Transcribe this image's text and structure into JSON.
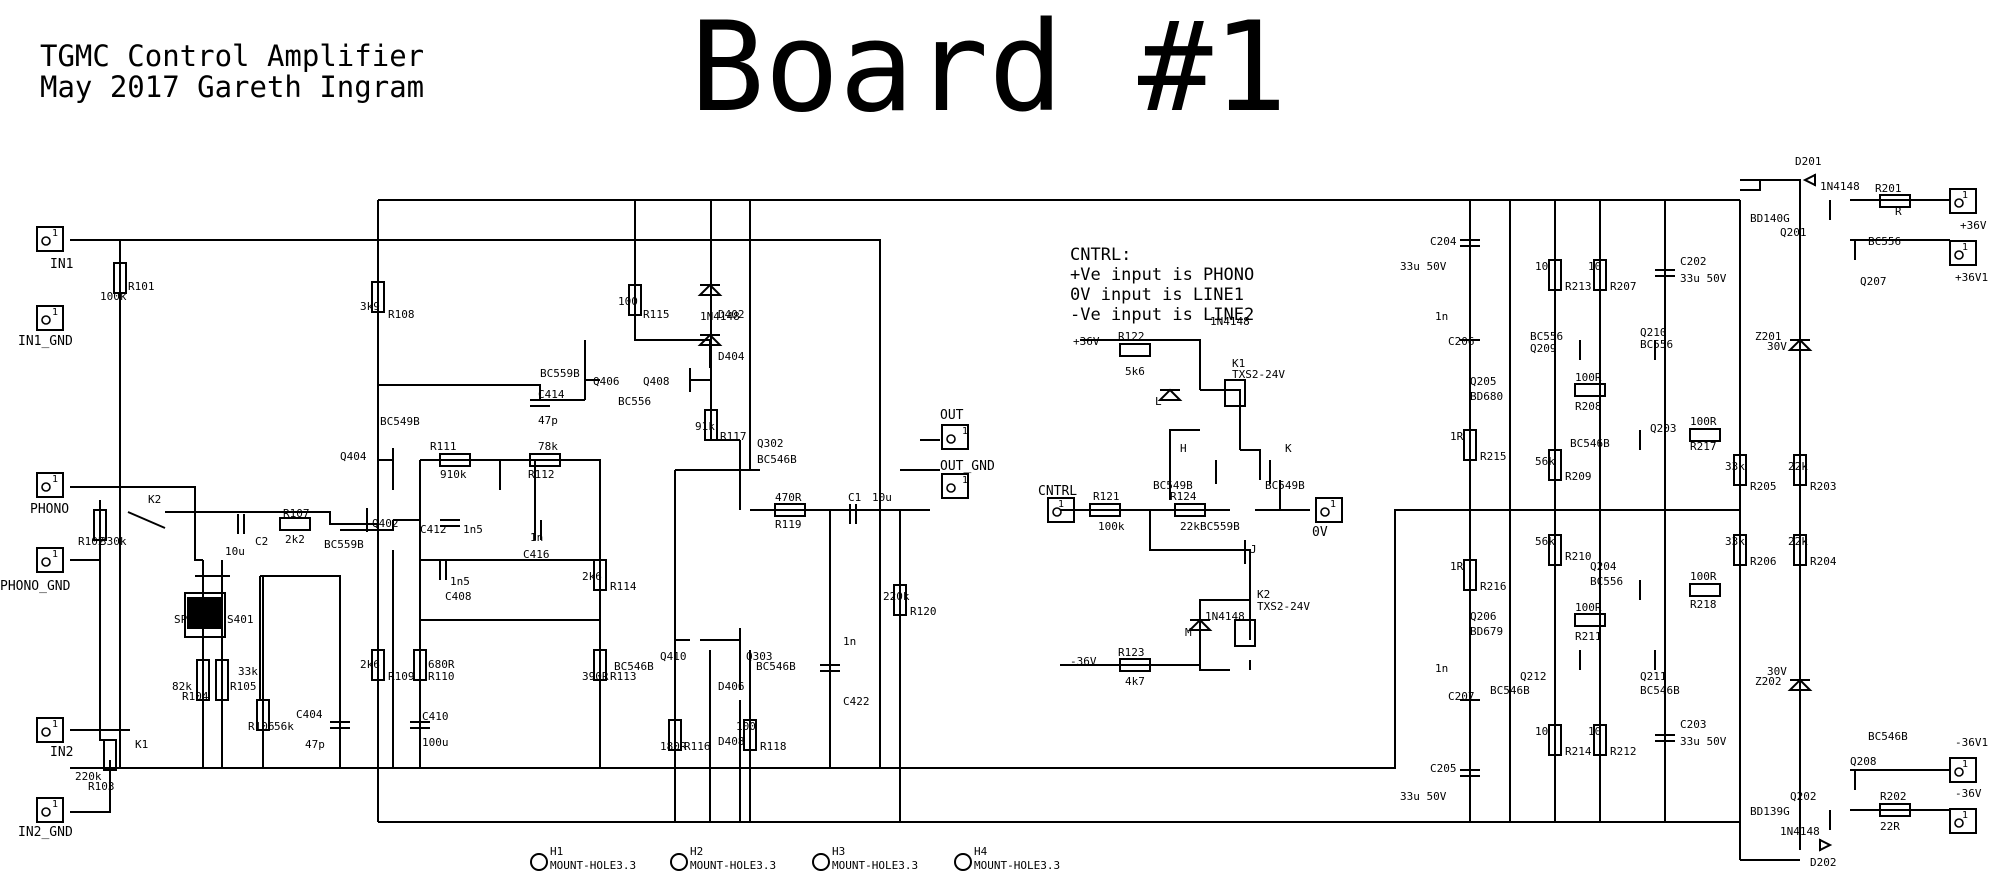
{
  "header": {
    "line1": "TGMC Control Amplifier",
    "line2": "May 2017 Gareth Ingram",
    "board_title": "Board #1"
  },
  "cntrl_note": {
    "title": "CNTRL:",
    "line1": "+Ve input is PHONO",
    "line2": "0V  input is LINE1",
    "line3": "-Ve input is LINE2"
  },
  "connectors": {
    "in1": "IN1",
    "in1_gnd": "IN1_GND",
    "phono": "PHONO",
    "phono_gnd": "PHONO_GND",
    "in2": "IN2",
    "in2_gnd": "IN2_GND",
    "out": "OUT",
    "out_gnd": "OUT_GND",
    "cntrl": "CNTRL",
    "zero_v": "0V",
    "p36v": "+36V",
    "p36v1": "+36V1",
    "m36v1": "-36V1",
    "m36v": "-36V",
    "pin": "1"
  },
  "labels": {
    "r101": "R101",
    "r101v": "100k",
    "r102": "R102",
    "r102v": "330k",
    "r103": "R103",
    "r103v": "220k",
    "k2": "K2",
    "k1": "K1",
    "c2": "C2",
    "c2v": "10u",
    "r107": "R107",
    "r107v": "2k2",
    "spst": "SPST",
    "s401": "S401",
    "r104": "R104",
    "r104v": "82k",
    "r105": "R105",
    "r105v": "33k",
    "r106": "R106",
    "r106v": "56k",
    "c404": "C404",
    "c404v": "47p",
    "r108": "R108",
    "r108v": "3k9",
    "r109": "R109",
    "r109v": "2k6",
    "q404": "Q404",
    "q404t": "BC549B",
    "q402": "Q402",
    "q402t": "BC559B",
    "r111": "R111",
    "r111v": "910k",
    "r112": "R112",
    "r112v": "78k",
    "c412": "C412",
    "c412v": "1n5",
    "c416": "C416",
    "c416v": "1n",
    "c408": "C408",
    "c408v": "1n5",
    "r110": "R110",
    "r110v": "680R",
    "c410": "C410",
    "c410v": "100u",
    "c414": "C414",
    "c414v": "47p",
    "q406": "Q406",
    "q406t": "BC559B",
    "q408": "Q408",
    "q408t": "BC556",
    "r115": "R115",
    "r115v": "100",
    "d402": "D402",
    "d404": "D404",
    "d1n": "1N4148",
    "r117": "R117",
    "r117v": "91k",
    "r114": "R114",
    "r114v": "2k6",
    "r113": "R113",
    "r113v": "390R",
    "q302": "Q302",
    "q302t": "BC546B",
    "r119": "R119",
    "r119v": "470R",
    "c1": "C1",
    "c1v": "10u",
    "r120": "R120",
    "r120v": "220k",
    "c422": "C422",
    "c422v": "1n",
    "q410": "Q410",
    "q410t": "BC546B",
    "q303": "Q303",
    "q303t": "BC546B",
    "r116": "R116",
    "r116v": "180R",
    "d406": "D406",
    "d408": "D408",
    "r118": "R118",
    "r118v": "100",
    "r122": "R122",
    "r122v": "5k6",
    "r121": "R121",
    "r121v": "100k",
    "r124": "R124",
    "r124v": "22k",
    "r123": "R123",
    "r123v": "4k7",
    "k1r": "K1",
    "k1rt": "TXS2-24V",
    "k2r": "K2",
    "k2rt": "TXS2-24V",
    "qh": "H",
    "qk": "K",
    "qj": "J",
    "ql": "L",
    "qm": "M",
    "bc549b": "BC549B",
    "bc559b": "BC559B",
    "p36": "+36V",
    "m36": "-36V",
    "c204": "C204",
    "c204v": "33u 50V",
    "c206": "C206",
    "c206v": "1n",
    "r215": "R215",
    "r215v": "1R",
    "r216": "R216",
    "r216v": "1R",
    "c207": "C207",
    "c207v": "1n",
    "c205": "C205",
    "c205v": "33u 50V",
    "r213": "R213",
    "r213v": "10",
    "r207": "R207",
    "r207v": "10",
    "c202": "C202",
    "c202v": "33u 50V",
    "q209": "Q209",
    "q209t": "BC556",
    "q210": "Q210",
    "q210t": "BC556",
    "q205": "Q205",
    "q205t": "BD680",
    "r208": "R208",
    "r208v": "100R",
    "r209": "R209",
    "r209v": "56k",
    "q203": "Q203",
    "q203t": "BC546B",
    "r217": "R217",
    "r217v": "100R",
    "r205": "R205",
    "r205v": "33k",
    "r203": "R203",
    "r203v": "22k",
    "z201": "Z201",
    "z201v": "30V",
    "r210": "R210",
    "r210v": "56k",
    "q204": "Q204",
    "q204t": "BC556",
    "r218": "R218",
    "r218v": "100R",
    "r206": "R206",
    "r206v": "33k",
    "r204": "R204",
    "r204v": "22k",
    "q206": "Q206",
    "q206t": "BD679",
    "r211": "R211",
    "r211v": "100R",
    "q212": "Q212",
    "q212t": "BC546B",
    "q211": "Q211",
    "q211t": "BC546B",
    "z202": "Z202",
    "z202v": "30V",
    "r214": "R214",
    "r214v": "10",
    "r212": "R212",
    "r212v": "10",
    "c203": "C203",
    "c203v": "33u 50V",
    "d201": "D201",
    "d201t": "1N4148",
    "q201": "Q201",
    "q201t": "BD140G",
    "r201": "R201",
    "r201v": "R",
    "q207": "Q207",
    "q207t": "BC556",
    "q202": "Q202",
    "q202t": "BD139G",
    "q208": "Q208",
    "q208t": "BC546B",
    "r202": "R202",
    "r202v": "22R",
    "d202": "D202",
    "d202t": "1N4148"
  },
  "mount_holes": [
    {
      "ref": "H1",
      "value": "MOUNT-HOLE3.3"
    },
    {
      "ref": "H2",
      "value": "MOUNT-HOLE3.3"
    },
    {
      "ref": "H3",
      "value": "MOUNT-HOLE3.3"
    },
    {
      "ref": "H4",
      "value": "MOUNT-HOLE3.3"
    }
  ]
}
